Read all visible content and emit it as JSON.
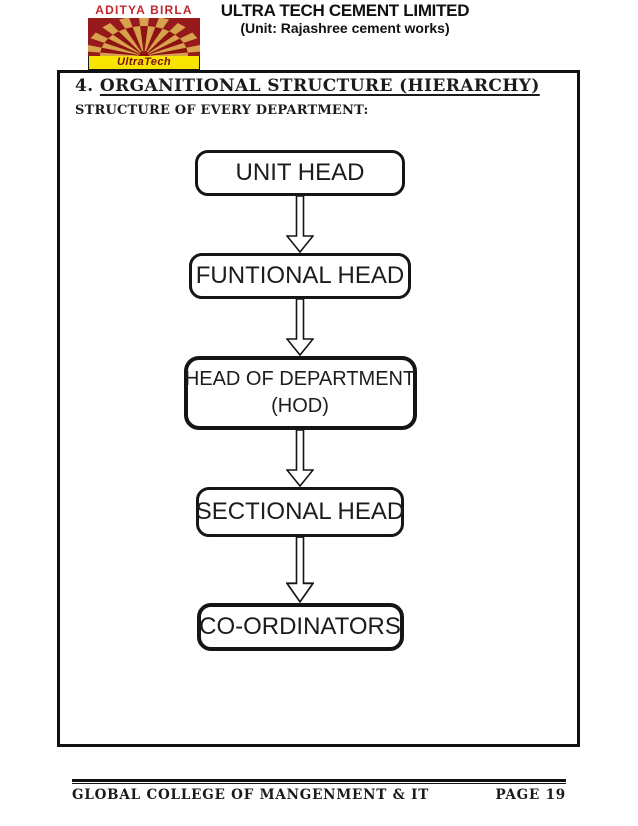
{
  "logo": {
    "brand_top": "ADITYA BIRLA",
    "brand_bottom": "UltraTech"
  },
  "header": {
    "company": "ULTRA TECH CEMENT LIMITED",
    "unit": "(Unit: Rajashree cement works)"
  },
  "section": {
    "number": "4.",
    "title": "ORGANITIONAL STRUCTURE (HIERARCHY)",
    "subtitle": "STRUCTURE OF EVERY DEPARTMENT:"
  },
  "flowchart": {
    "nodes": [
      {
        "label": "UNIT HEAD"
      },
      {
        "label": "FUNTIONAL HEAD"
      },
      {
        "label": "HEAD OF DEPARTMENT",
        "label2": "(HOD)"
      },
      {
        "label": "SECTIONAL HEAD"
      },
      {
        "label": "CO-ORDINATORS"
      }
    ]
  },
  "footer": {
    "left": "GLOBAL COLLEGE OF MANGENMENT & IT",
    "right": "PAGE 19"
  },
  "colors": {
    "brand_red": "#c1272d",
    "emblem_maroon": "#96191c",
    "emblem_gold": "#d7a14d",
    "band_yellow": "#f7e400",
    "text": "#1c1c1c"
  }
}
